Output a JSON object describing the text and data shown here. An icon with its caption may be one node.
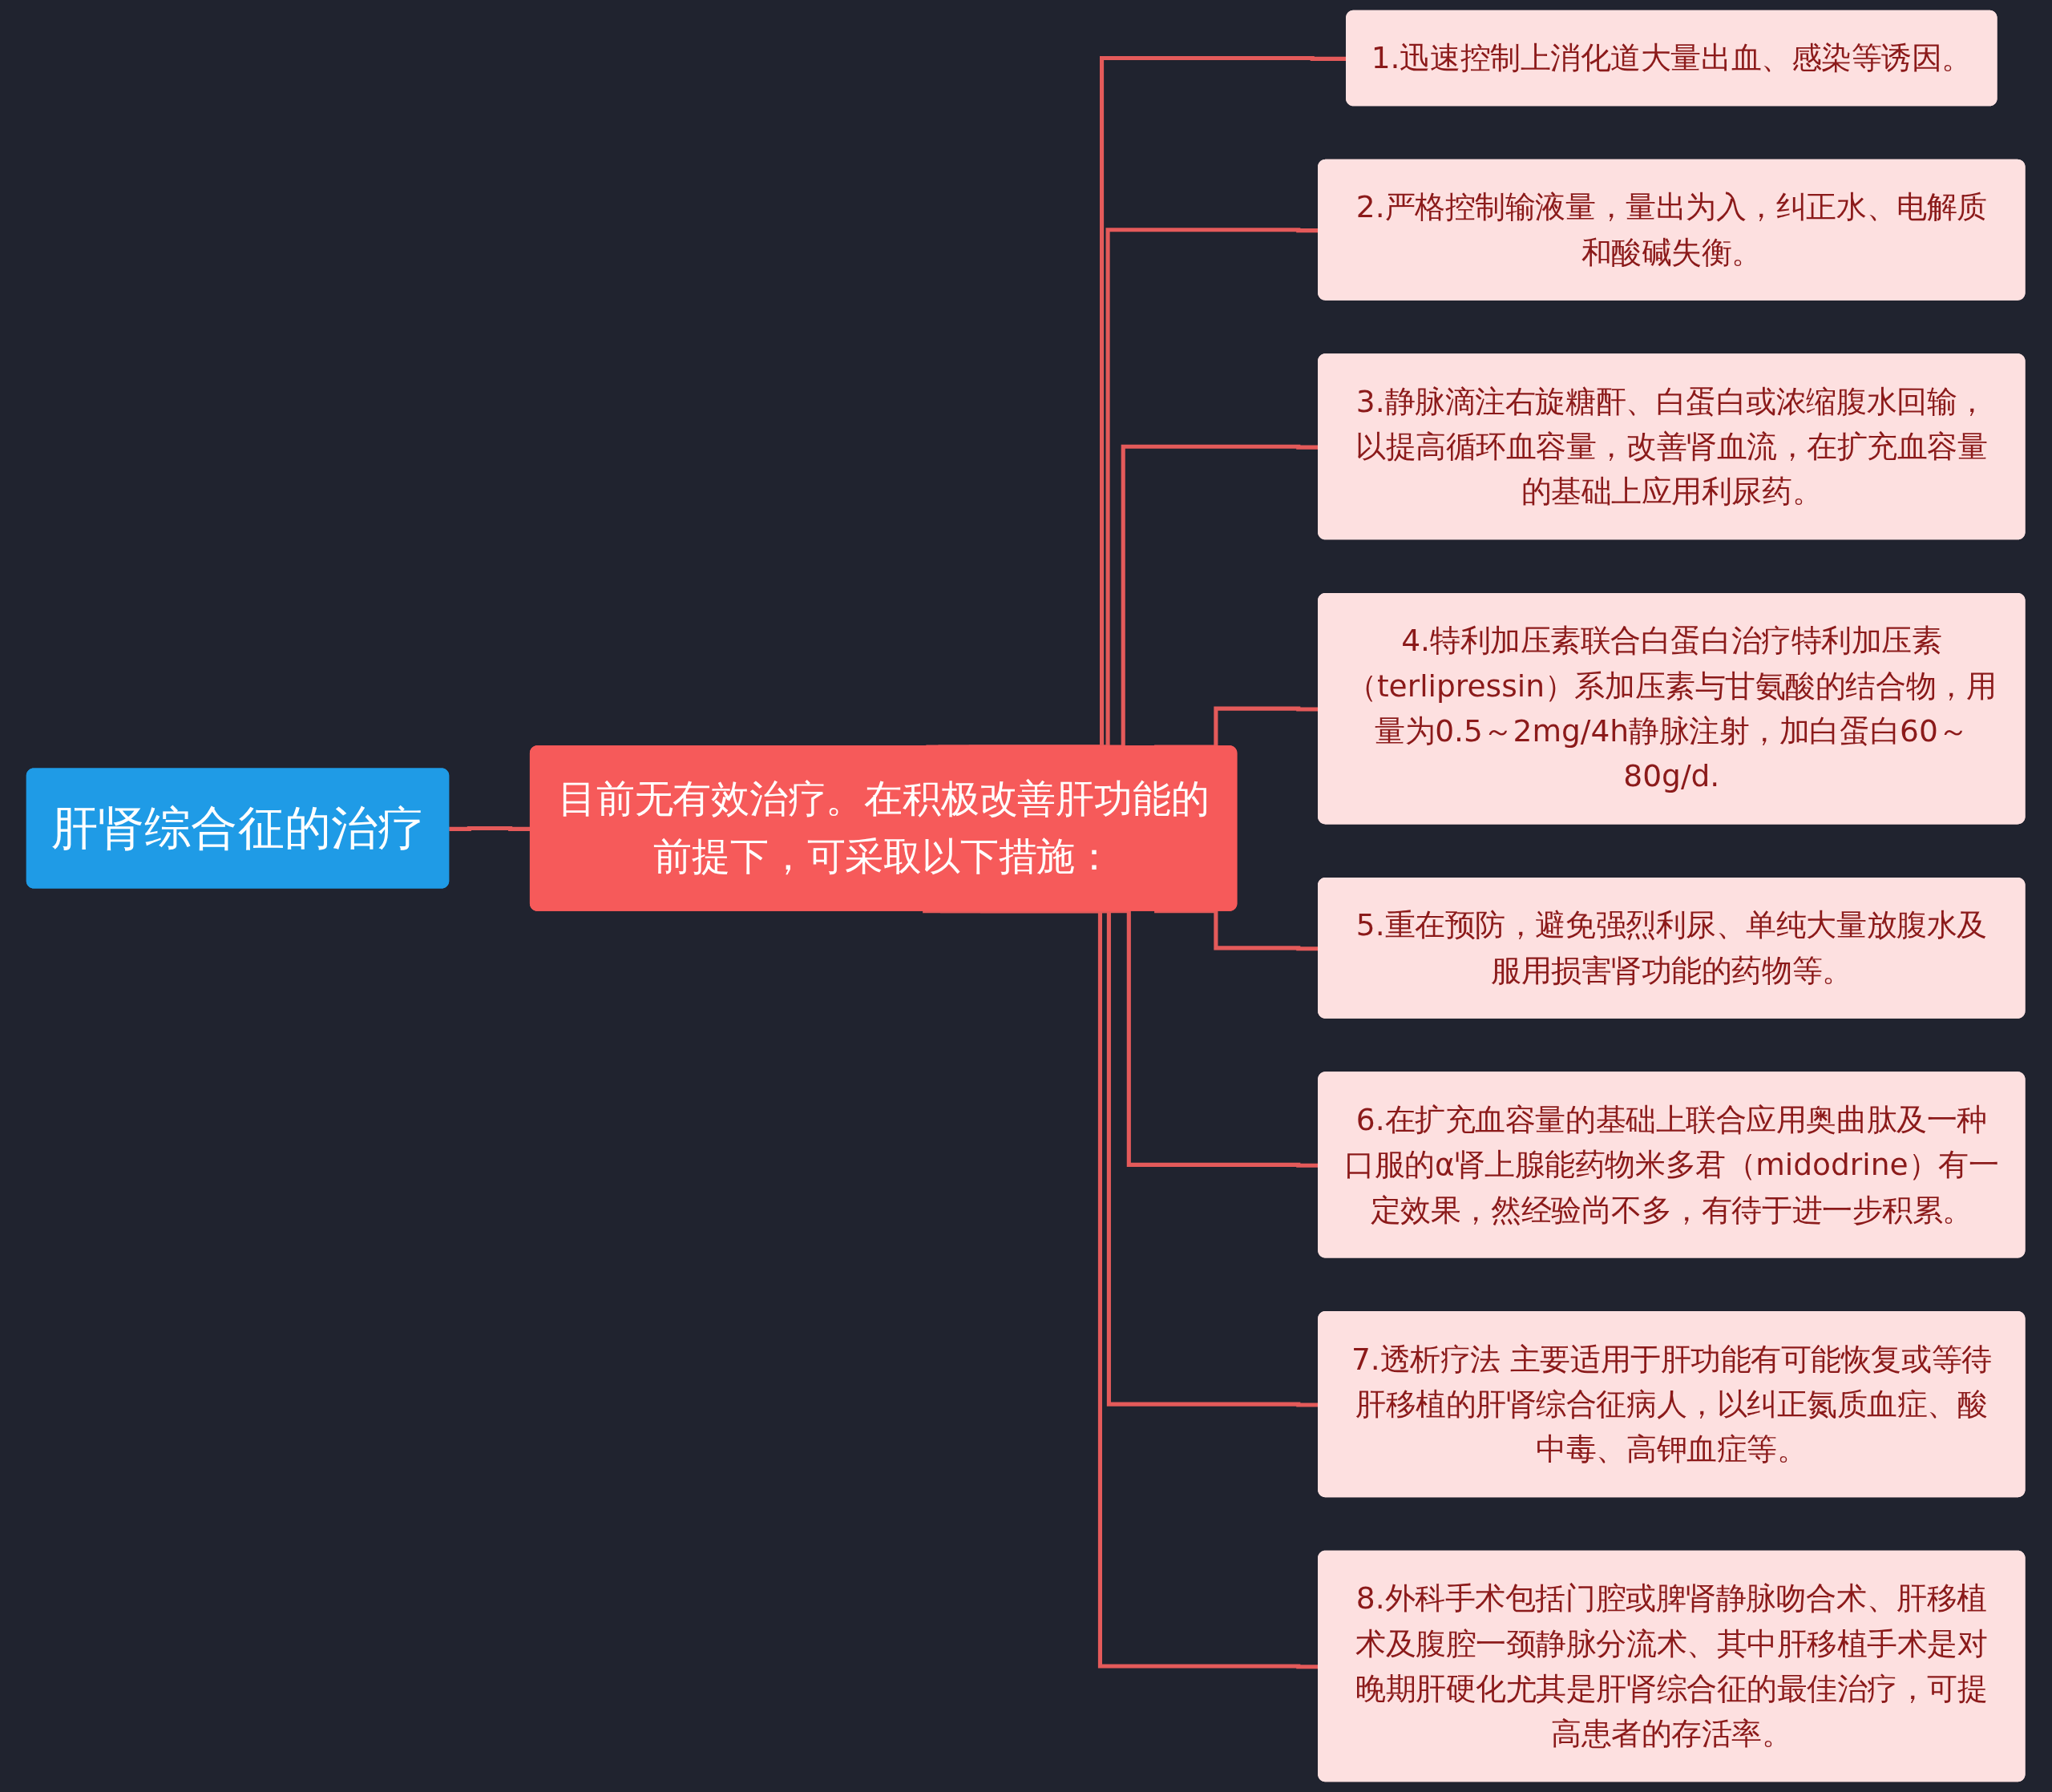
{
  "diagram": {
    "nodes": [
      {
        "text": [
          "肝肾综合征的治疗"
        ]
      },
      {
        "text": [
          "目前无有效治疗。在积极改善肝功能的前提下，可采取以下措施："
        ]
      },
      {
        "text": [
          "1.迅速控制上消化道大量出血、感染等诱因。"
        ]
      },
      {
        "text": [
          "2.严格控制输液量，量出为入，纠正水、电解质和酸碱失衡。"
        ]
      },
      {
        "text": [
          "3.静脉滴注右旋糖酐、白蛋白或浓缩腹水回输，以提高循环血容量，改善肾血流，在扩充血容量的基础上应用利尿药。"
        ]
      },
      {
        "text": [
          "4.特利加压素联合白蛋白治疗特利加压素（terlipressin）系加压素与甘氨酸的结合物，用量为0.5～2mg/4h静脉注射，加白蛋白60～80g/d."
        ]
      },
      {
        "text": [
          "5.重在预防，避免强烈利尿、单纯大量放腹水及服用损害肾功能的药物等。"
        ]
      },
      {
        "text": [
          "6.在扩充血容量的基础上联合应用奥曲肽及一种口服的α肾上腺能药物米多君（midodrine）有一定效果，然经验尚不多，有待于进一步积累。"
        ]
      },
      {
        "text": [
          "7.透析疗法 主要适用于肝功能有可能恢复或等待肝移植的肝肾综合征病人，以纠正氮质血症、酸中毒、高钾血症等。"
        ]
      },
      {
        "text": [
          "8.外科手术包括门腔或脾肾静脉吻合术、肝移植术及腹腔一颈静脉分流术、其中肝移植手术是对晚期肝硬化尤其是肝肾综合征的最佳治疗，可提高患者的存活率。"
        ]
      }
    ],
    "edges": [
      {
        "from": 0,
        "to": 1,
        "arrow": "none"
      },
      {
        "from": 1,
        "to": 2,
        "arrow": "none"
      },
      {
        "from": 1,
        "to": 3,
        "arrow": "none"
      },
      {
        "from": 1,
        "to": 4,
        "arrow": "none"
      },
      {
        "from": 1,
        "to": 5,
        "arrow": "none"
      },
      {
        "from": 1,
        "to": 6,
        "arrow": "none"
      },
      {
        "from": 1,
        "to": 7,
        "arrow": "none"
      },
      {
        "from": 1,
        "to": 8,
        "arrow": "none"
      },
      {
        "from": 1,
        "to": 9,
        "arrow": "none"
      }
    ]
  }
}
